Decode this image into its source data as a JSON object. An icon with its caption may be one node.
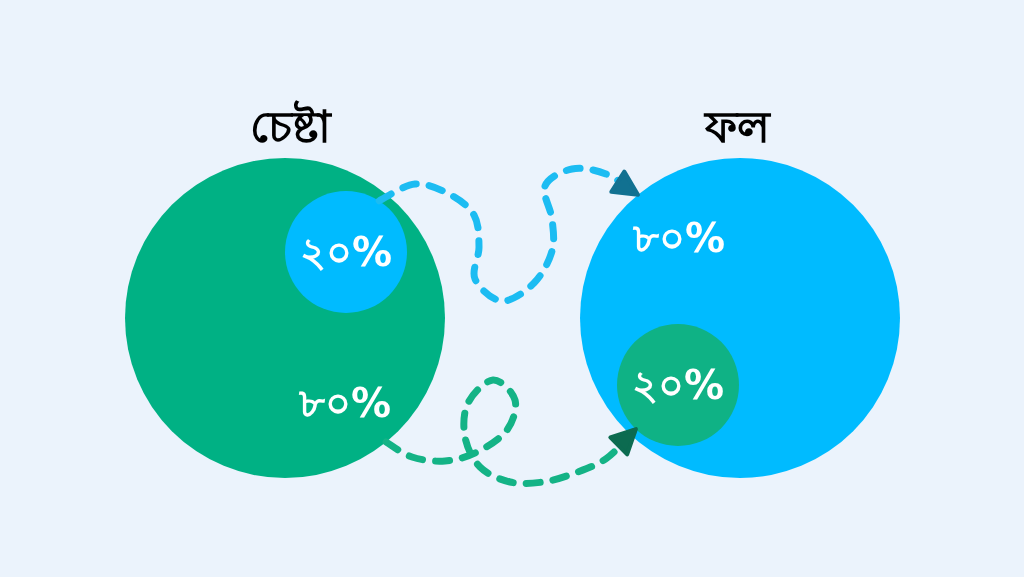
{
  "diagram": {
    "nodes": [
      {
        "text": [
          "চেষ্টা",
          "৮০%"
        ]
      },
      {
        "text": [
          "২০%"
        ],
        "in": 0
      },
      {
        "text": [
          "ফল",
          "৮০%"
        ]
      },
      {
        "text": [
          "২০%"
        ],
        "in": 2
      }
    ],
    "edges": [
      {
        "from": 1,
        "to": 2,
        "arrow": "to",
        "style": "dashed",
        "color": "#1cbcf2"
      },
      {
        "from": 0,
        "to": 3,
        "arrow": "to",
        "style": "dashed",
        "color": "#14b386"
      }
    ]
  }
}
